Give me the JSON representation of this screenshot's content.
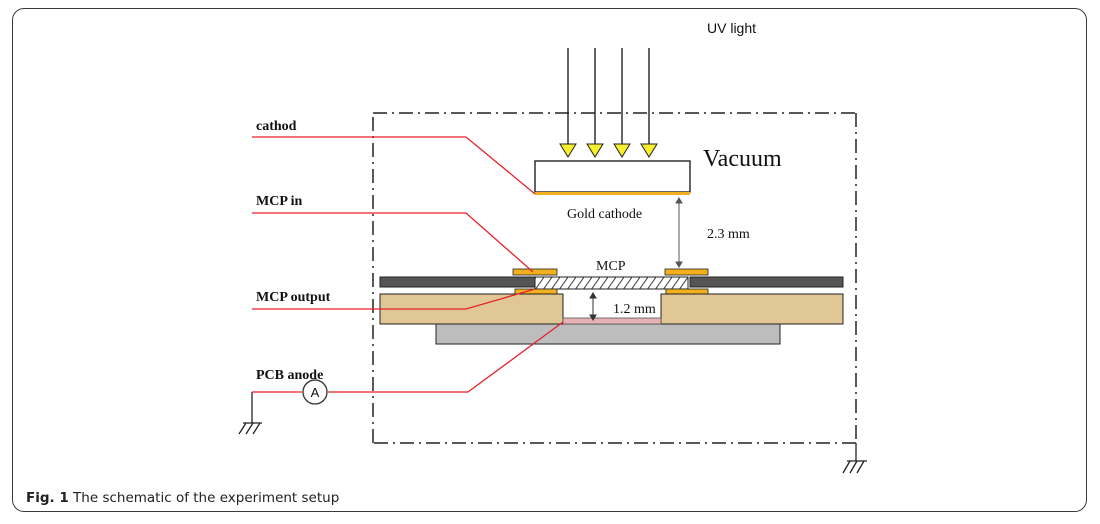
{
  "figure": {
    "caption_label": "Fig. 1",
    "caption_text": " The schematic of the experiment setup"
  },
  "diagram": {
    "uv_label": "UV light",
    "vacuum_label": "Vacuum",
    "gold_cathode_label": "Gold cathode",
    "mcp_label": "MCP",
    "gap_cathode_mcp": "2.3 mm",
    "gap_mcp_anode": "1.2 mm",
    "ammeter_symbol": "A",
    "leads": [
      {
        "label": "cathod"
      },
      {
        "label": "MCP in"
      },
      {
        "label": "MCP output"
      },
      {
        "label": "PCB anode"
      }
    ],
    "colors": {
      "lead_wire": "#e8222a",
      "gold": "#f2b01e",
      "arrow_head": "#f5ef2c",
      "dark_plate": "#555555",
      "ceramic": "#e2c796",
      "base": "#bdbdbd",
      "anode_pad": "#e7b1b1"
    }
  }
}
